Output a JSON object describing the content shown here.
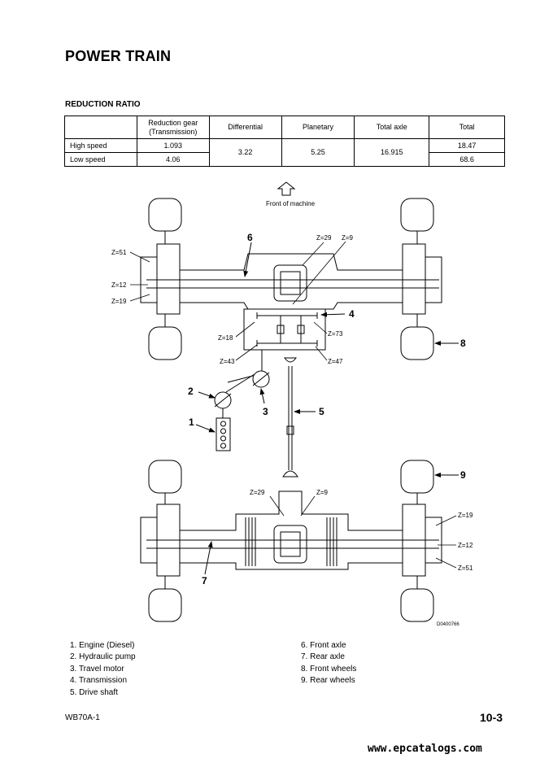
{
  "page_title": "POWER TRAIN",
  "section_title": "REDUCTION RATIO",
  "table": {
    "headers": [
      "",
      "Reduction gear\n(Transmission)",
      "Differential",
      "Planetary",
      "Total axle",
      "Total"
    ],
    "header_reduction_line1": "Reduction gear",
    "header_reduction_line2": "(Transmission)",
    "rows": [
      {
        "label": "High speed",
        "reduction": "1.093",
        "total": "18.47"
      },
      {
        "label": "Low speed",
        "reduction": "4.06",
        "total": "68.6"
      }
    ],
    "shared": {
      "differential": "3.22",
      "planetary": "5.25",
      "total_axle": "16.915"
    }
  },
  "diagram": {
    "front_label": "Front of machine",
    "drawing_code": "D0400766",
    "callouts": {
      "c1": "1",
      "c2": "2",
      "c3": "3",
      "c4": "4",
      "c5": "5",
      "c6": "6",
      "c7": "7",
      "c8": "8",
      "c9": "9"
    },
    "teeth": {
      "front_z51": "Z=51",
      "front_z12": "Z=12",
      "front_z19": "Z=19",
      "front_z29": "Z=29",
      "front_z9": "Z=9",
      "trans_z18": "Z=18",
      "trans_z43": "Z=43",
      "trans_z73": "Z=73",
      "trans_z47": "Z=47",
      "rear_z29": "Z=29",
      "rear_z9": "Z=9",
      "rear_z19": "Z=19",
      "rear_z12": "Z=12",
      "rear_z51": "Z=51"
    }
  },
  "legend": [
    "1. Engine (Diesel)",
    "2. Hydraulic pump",
    "3. Travel motor",
    "4. Transmission",
    "5. Drive shaft",
    "6. Front axle",
    "7. Rear axle",
    "8. Front wheels",
    "9. Rear wheels"
  ],
  "footer": {
    "model": "WB70A-1",
    "page": "10-3"
  },
  "watermark": "www.epcatalogs.com"
}
